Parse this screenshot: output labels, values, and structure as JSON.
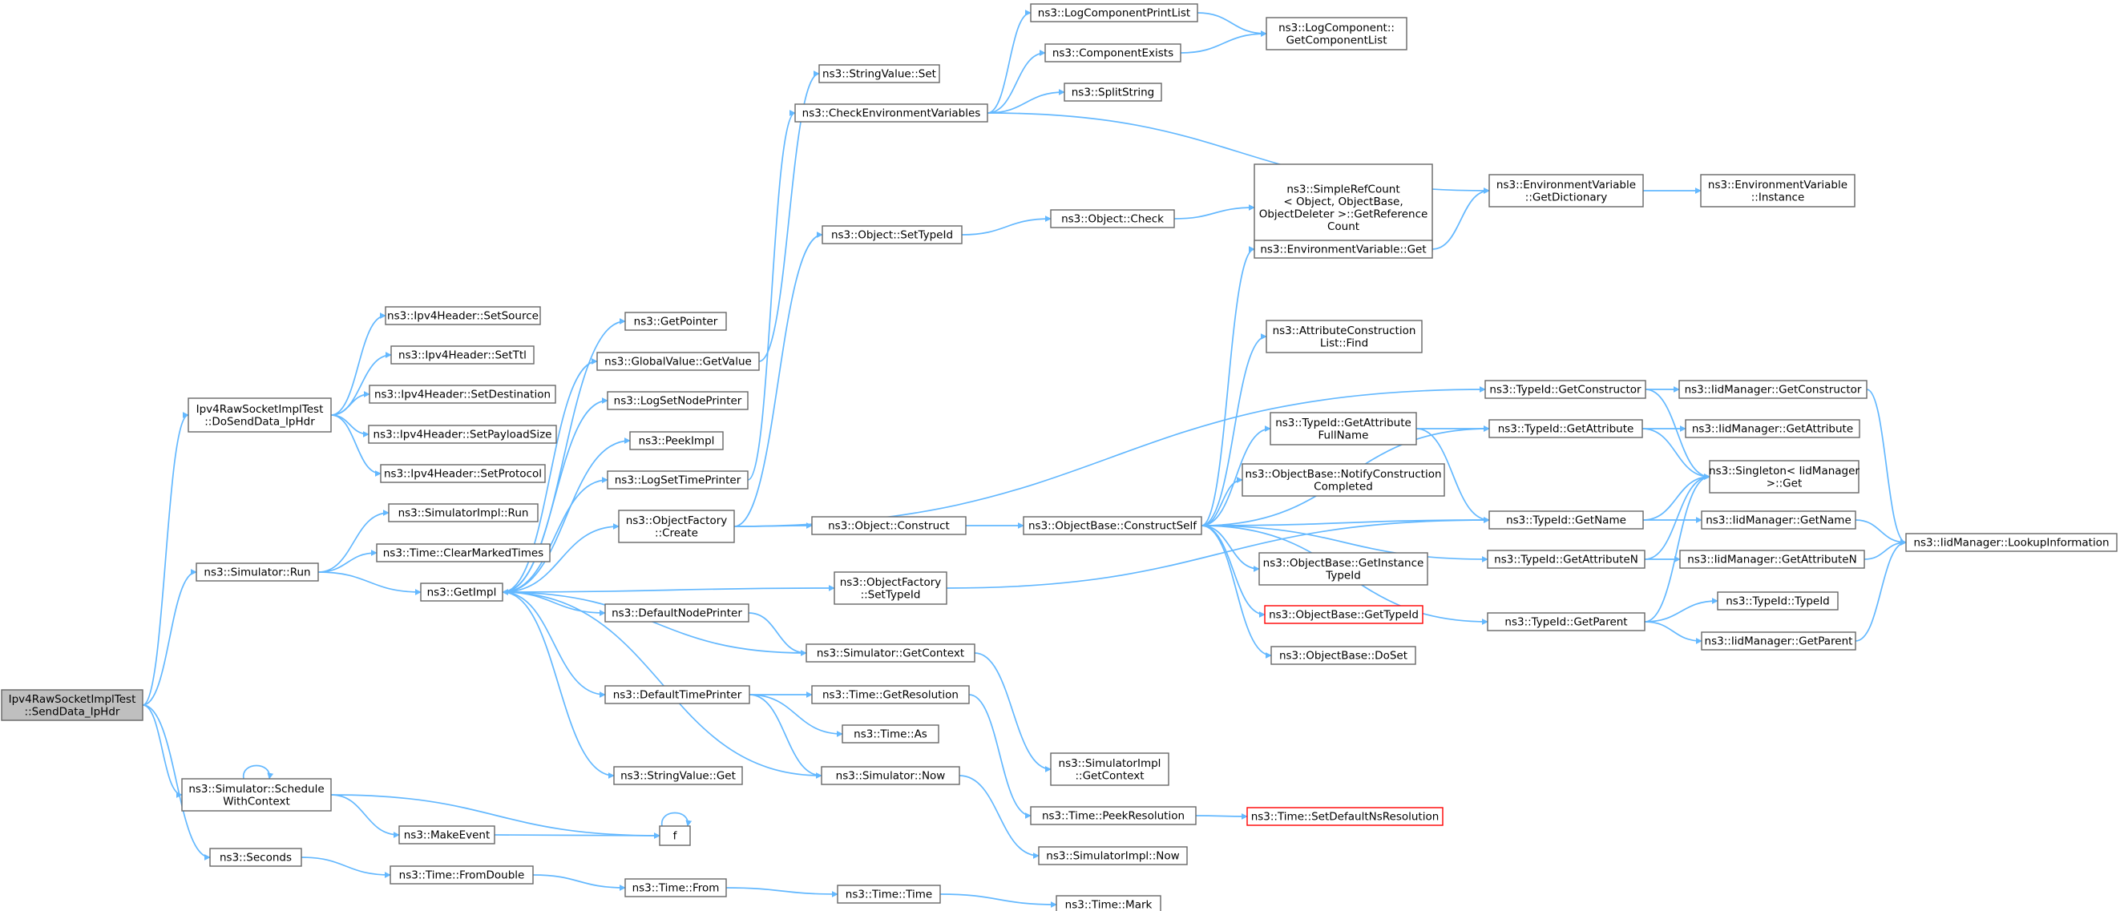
{
  "colors": {
    "edge": "#63b8ff",
    "node_border": "#666666",
    "root_fill": "#bfbfbf",
    "truncated_border": "#ff0000"
  },
  "nodes": {
    "root": {
      "lines": [
        "Ipv4RawSocketImplTest",
        "::SendData_IpHdr"
      ]
    },
    "dosend": {
      "lines": [
        "Ipv4RawSocketImplTest",
        "::DoSendData_IpHdr"
      ]
    },
    "setsource": {
      "lines": [
        "ns3::Ipv4Header::SetSource"
      ]
    },
    "setttl": {
      "lines": [
        "ns3::Ipv4Header::SetTtl"
      ]
    },
    "setdest": {
      "lines": [
        "ns3::Ipv4Header::SetDestination"
      ]
    },
    "setpayload": {
      "lines": [
        "ns3::Ipv4Header::SetPayloadSize"
      ]
    },
    "setproto": {
      "lines": [
        "ns3::Ipv4Header::SetProtocol"
      ]
    },
    "simrun": {
      "lines": [
        "ns3::Simulator::Run"
      ]
    },
    "simimplrun": {
      "lines": [
        "ns3::SimulatorImpl::Run"
      ]
    },
    "clearmarked": {
      "lines": [
        "ns3::Time::ClearMarkedTimes"
      ]
    },
    "getimpl": {
      "lines": [
        "ns3::GetImpl"
      ]
    },
    "schedctx": {
      "lines": [
        "ns3::Simulator::Schedule",
        "WithContext"
      ]
    },
    "seconds": {
      "lines": [
        "ns3::Seconds"
      ]
    },
    "makeevent": {
      "lines": [
        "ns3::MakeEvent"
      ]
    },
    "f": {
      "lines": [
        "f"
      ]
    },
    "fromdouble": {
      "lines": [
        "ns3::Time::FromDouble"
      ]
    },
    "timefrom": {
      "lines": [
        "ns3::Time::From"
      ]
    },
    "timetime": {
      "lines": [
        "ns3::Time::Time"
      ]
    },
    "timemark": {
      "lines": [
        "ns3::Time::Mark"
      ]
    },
    "getpointer": {
      "lines": [
        "ns3::GetPointer"
      ]
    },
    "gvgetvalue": {
      "lines": [
        "ns3::GlobalValue::GetValue"
      ]
    },
    "logsetnode": {
      "lines": [
        "ns3::LogSetNodePrinter"
      ]
    },
    "peekimpl": {
      "lines": [
        "ns3::PeekImpl"
      ]
    },
    "logsettime": {
      "lines": [
        "ns3::LogSetTimePrinter"
      ]
    },
    "ofcreate": {
      "lines": [
        "ns3::ObjectFactory",
        "::Create"
      ]
    },
    "defnodeprinter": {
      "lines": [
        "ns3::DefaultNodePrinter"
      ]
    },
    "deftimeprinter": {
      "lines": [
        "ns3::DefaultTimePrinter"
      ]
    },
    "svget": {
      "lines": [
        "ns3::StringValue::Get"
      ]
    },
    "svset": {
      "lines": [
        "ns3::StringValue::Set"
      ]
    },
    "checkenv": {
      "lines": [
        "ns3::CheckEnvironmentVariables"
      ]
    },
    "objsettypeid": {
      "lines": [
        "ns3::Object::SetTypeId"
      ]
    },
    "objconstruct": {
      "lines": [
        "ns3::Object::Construct"
      ]
    },
    "ofsettypeid": {
      "lines": [
        "ns3::ObjectFactory",
        "::SetTypeId"
      ]
    },
    "simgetctx": {
      "lines": [
        "ns3::Simulator::GetContext"
      ]
    },
    "timegetres": {
      "lines": [
        "ns3::Time::GetResolution"
      ]
    },
    "timeas": {
      "lines": [
        "ns3::Time::As"
      ]
    },
    "simnow": {
      "lines": [
        "ns3::Simulator::Now"
      ]
    },
    "logprintlist": {
      "lines": [
        "ns3::LogComponentPrintList"
      ]
    },
    "compexists": {
      "lines": [
        "ns3::ComponentExists"
      ]
    },
    "splitstring": {
      "lines": [
        "ns3::SplitString"
      ]
    },
    "logcomplist": {
      "lines": [
        "ns3::LogComponent::",
        "GetComponentList"
      ]
    },
    "objcheck": {
      "lines": [
        "ns3::Object::Check"
      ]
    },
    "simplerefcount": {
      "lines": [
        "ns3::SimpleRefCount",
        "< Object, ObjectBase,",
        "ObjectDeleter >::GetReference",
        "Count"
      ]
    },
    "objbasecs": {
      "lines": [
        "ns3::ObjectBase::ConstructSelf"
      ]
    },
    "simimplgetctx": {
      "lines": [
        "ns3::SimulatorImpl",
        "::GetContext"
      ]
    },
    "timepeekres": {
      "lines": [
        "ns3::Time::PeekResolution"
      ]
    },
    "simimplnow": {
      "lines": [
        "ns3::SimulatorImpl::Now"
      ]
    },
    "envvarget": {
      "lines": [
        "ns3::EnvironmentVariable::Get"
      ]
    },
    "attrconstfind": {
      "lines": [
        "ns3::AttributeConstruction",
        "List::Find"
      ]
    },
    "tidgetattrfull": {
      "lines": [
        "ns3::TypeId::GetAttribute",
        "FullName"
      ]
    },
    "notifyconst": {
      "lines": [
        "ns3::ObjectBase::NotifyConstruction",
        "Completed"
      ]
    },
    "getinsttypeid": {
      "lines": [
        "ns3::ObjectBase::GetInstance",
        "TypeId"
      ]
    },
    "obgettypeid": {
      "lines": [
        "ns3::ObjectBase::GetTypeId"
      ]
    },
    "obdoset": {
      "lines": [
        "ns3::ObjectBase::DoSet"
      ]
    },
    "setdefaultns": {
      "lines": [
        "ns3::Time::SetDefaultNsResolution"
      ]
    },
    "envgetdict": {
      "lines": [
        "ns3::EnvironmentVariable",
        "::GetDictionary"
      ]
    },
    "envinstance": {
      "lines": [
        "ns3::EnvironmentVariable",
        "::Instance"
      ]
    },
    "tidgetctor": {
      "lines": [
        "ns3::TypeId::GetConstructor"
      ]
    },
    "tidgetattr": {
      "lines": [
        "ns3::TypeId::GetAttribute"
      ]
    },
    "tidgetname": {
      "lines": [
        "ns3::TypeId::GetName"
      ]
    },
    "tidgetattrn": {
      "lines": [
        "ns3::TypeId::GetAttributeN"
      ]
    },
    "tidgetparent": {
      "lines": [
        "ns3::TypeId::GetParent"
      ]
    },
    "iidgetctor": {
      "lines": [
        "ns3::IidManager::GetConstructor"
      ]
    },
    "iidgetattr": {
      "lines": [
        "ns3::IidManager::GetAttribute"
      ]
    },
    "singleton": {
      "lines": [
        "ns3::Singleton< IidManager",
        ">::Get"
      ]
    },
    "iidgetname": {
      "lines": [
        "ns3::IidManager::GetName"
      ]
    },
    "iidgetattrn": {
      "lines": [
        "ns3::IidManager::GetAttributeN"
      ]
    },
    "tidtypeid": {
      "lines": [
        "ns3::TypeId::TypeId"
      ]
    },
    "iidgetparent": {
      "lines": [
        "ns3::IidManager::GetParent"
      ]
    },
    "iidlookup": {
      "lines": [
        "ns3::IidManager::LookupInformation"
      ]
    }
  }
}
